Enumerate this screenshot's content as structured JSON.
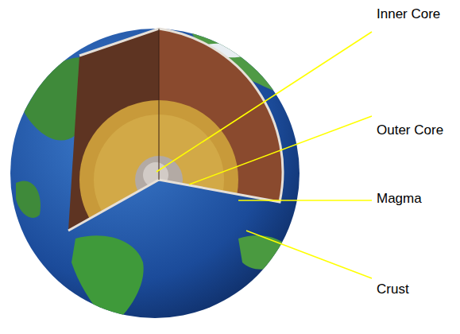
{
  "diagram": {
    "labels": [
      "Inner Core",
      "Outer Core",
      "Magma",
      "Crust"
    ]
  }
}
